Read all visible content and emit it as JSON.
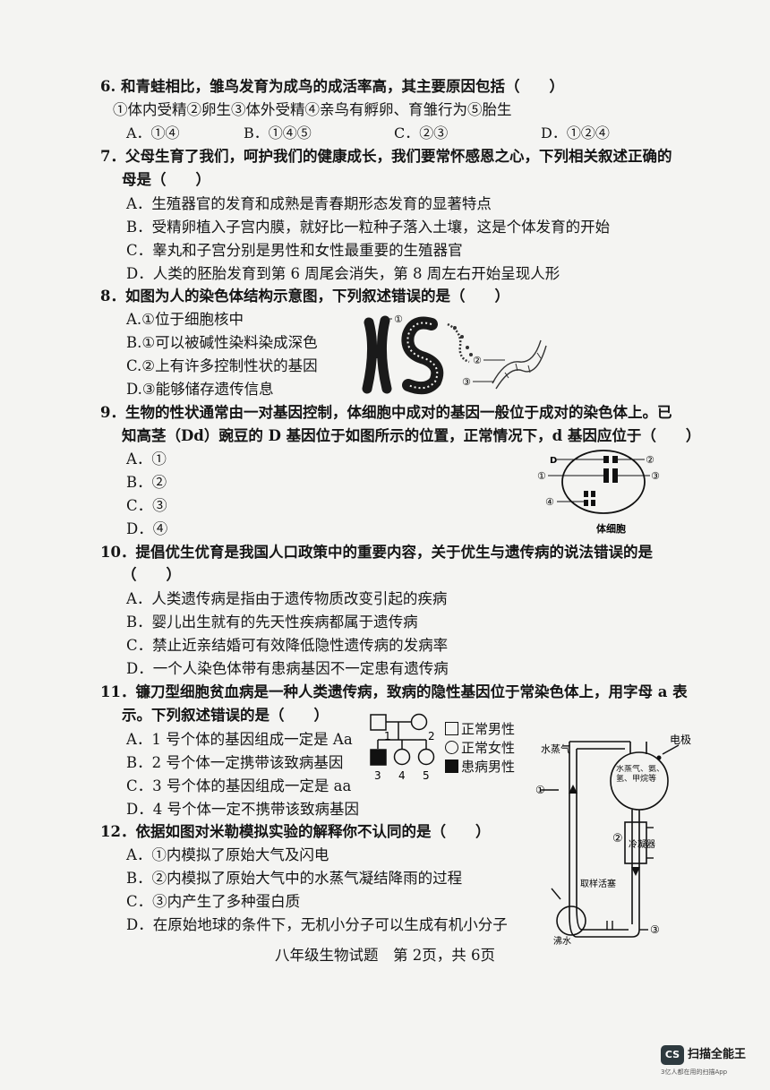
{
  "q6": {
    "stem": "6. 和青蛙相比，雏鸟发育为成鸟的成活率高，其主要原因包括（　　）",
    "items": "①体内受精②卵生③体外受精④亲鸟有孵卵、育雏行为⑤胎生",
    "options": [
      "A．①④",
      "B．①④⑤",
      "C．②③",
      "D．①②④"
    ]
  },
  "q7": {
    "stem_1": "7．父母生育了我们，呵护我们的健康成长，我们要常怀感恩之心，下列相关叙述正确的",
    "stem_2": "母是（　　）",
    "options": [
      "A．生殖器官的发育和成熟是青春期形态发育的显著特点",
      "B．受精卵植入子宫内膜，就好比一粒种子落入土壤，这是个体发育的开始",
      "C．睾丸和子宫分别是男性和女性最重要的生殖器官",
      "D．人类的胚胎发育到第 6 周尾会消失，第 8 周左右开始呈现人形"
    ]
  },
  "q8": {
    "stem": "8．如图为人的染色体结构示意图，下列叙述错误的是（　　）",
    "options": [
      "A.①位于细胞核中",
      "B.①可以被碱性染料染成深色",
      "C.②上有许多控制性状的基因",
      "D.③能够储存遗传信息"
    ],
    "labels": [
      "①",
      "②",
      "③"
    ]
  },
  "q9": {
    "stem_1": "9．生物的性状通常由一对基因控制，体细胞中成对的基因一般位于成对的染色体上。已",
    "stem_2": "知高茎（Dd）豌豆的 D 基因位于如图所示的位置，正常情况下，d 基因应位于（　　）",
    "options": [
      "A．①",
      "B．②",
      "C．③",
      "D．④"
    ],
    "figure": {
      "gene": "D",
      "labels": [
        "②",
        "①",
        "③",
        "④"
      ],
      "caption": "体细胞"
    }
  },
  "q10": {
    "stem_1": "10．提倡优生优育是我国人口政策中的重要内容，关于优生与遗传病的说法错误的是",
    "stem_2": "（　　）",
    "options": [
      "A．人类遗传病是指由于遗传物质改变引起的疾病",
      "B．婴儿出生就有的先天性疾病都属于遗传病",
      "C．禁止近亲结婚可有效降低隐性遗传病的发病率",
      "D．一个人染色体带有患病基因不一定患有遗传病"
    ]
  },
  "q11": {
    "stem_1": "11．镰刀型细胞贫血病是一种人类遗传病，致病的隐性基因位于常染色体上，用字母 a 表",
    "stem_2": "示。下列叙述错误的是（　　）",
    "options": [
      "A．1 号个体的基因组成一定是 Aa",
      "B．2 号个体一定携带该致病基因",
      "C．3 号个体的基因组成一定是 aa",
      "D．4 号个体一定不携带该致病基因"
    ],
    "pedigree": {
      "numbers": [
        "1",
        "2",
        "3",
        "4",
        "5"
      ],
      "legend": [
        "正常男性",
        "正常女性",
        "患病男性"
      ]
    }
  },
  "q12": {
    "stem": "12．依据如图对米勒模拟实验的解释你不认同的是（　　）",
    "options": [
      "A．①内模拟了原始大气及闪电",
      "B．②内模拟了原始大气中的水蒸气凝结降雨的过程",
      "C．③内产生了多种蛋白质",
      "D．在原始地球的条件下，无机小分子可以生成有机小分子"
    ],
    "figure": {
      "labels": [
        "水蒸气",
        "电极",
        "水蒸气、氨、氢、甲烷等",
        "①",
        "②",
        "冷凝器",
        "取样活塞",
        "沸水",
        "③"
      ]
    }
  },
  "footer": "八年级生物试题　第 2页，共 6页",
  "logo": {
    "badge": "CS",
    "name": "扫描全能王",
    "tagline": "3亿人都在用的扫描App"
  }
}
